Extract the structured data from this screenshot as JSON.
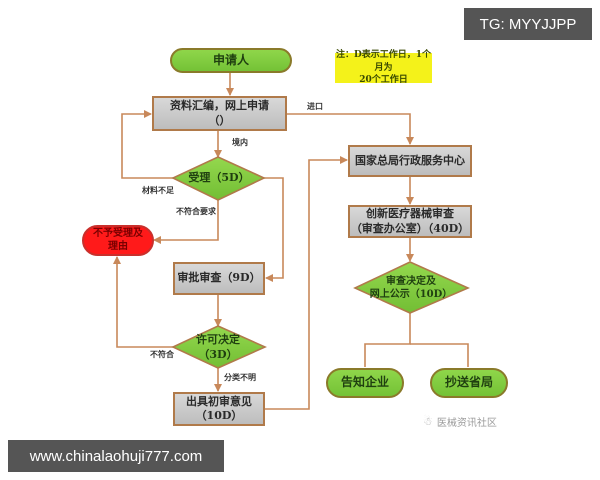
{
  "watermarks": {
    "top_right": "TG: MYYJJPP",
    "bottom_left": "www.chinalaohuji777.com"
  },
  "note": {
    "line1": "注：D表示工作日，1个月为",
    "line2": "20个工作日"
  },
  "nodes": {
    "applicant": "申请人",
    "compile": {
      "line1": "资料汇编，网上申请",
      "line2": "（）"
    },
    "accept": "受理（5D）",
    "reject": {
      "line1": "不予受理及",
      "line2": "理由"
    },
    "review": "审批审查（9D）",
    "permit": {
      "line1": "许可决定",
      "line2": "（3D）"
    },
    "initial_opinion": {
      "line1": "出具初审意见",
      "line2": "（10D）"
    },
    "admin_center": "国家总局行政服务中心",
    "innovative_review": {
      "line1": "创新医疗器械审查",
      "line2": "（审查办公室）（40D）"
    },
    "decision": {
      "line1": "审查决定及",
      "line2": "网上公示（10D）"
    },
    "notify_company": "告知企业",
    "copy_province": "抄送省局"
  },
  "edge_labels": {
    "domestic": "境内",
    "imported": "进口",
    "insufficient": "材料不足",
    "noncompliant_req": "不符合要求",
    "noncompliant": "不符合",
    "unclear_class": "分类不明"
  },
  "brand": {
    "icon": "wechat-icon",
    "text": "医械资讯社区"
  },
  "colors": {
    "green_fill": "#7ec63c",
    "red_fill": "#ff1a1a",
    "gray_fill": "#c8c8c8",
    "connector": "#c8885a",
    "note_fill": "#f4f21a"
  }
}
